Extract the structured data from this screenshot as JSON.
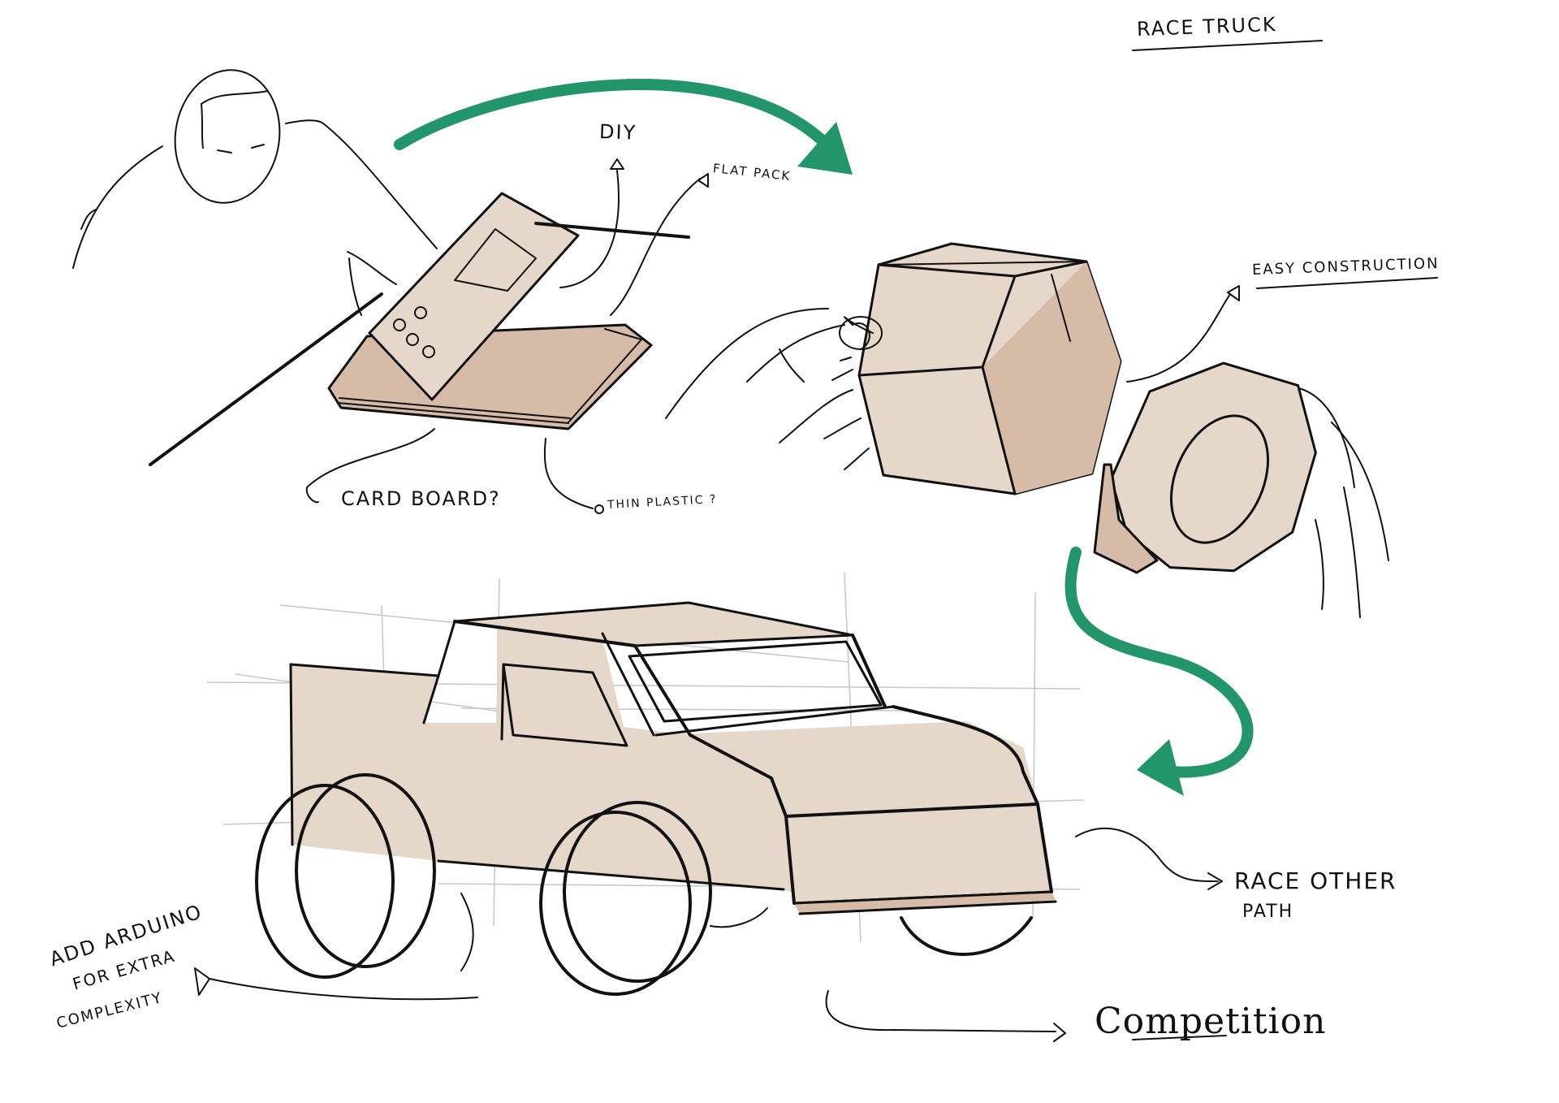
{
  "labels": {
    "race_truck": "RACE TRUCK",
    "diy": "DIY",
    "flat_pack": "FLAT PACK",
    "card_board": "CARD BOARD?",
    "thin_plastic": "THIN PLASTIC ?",
    "easy_construction": "EASY CONSTRUCTION",
    "race_other": "RACE OTHER",
    "path": "PATH",
    "add_arduino": "ADD ARDUINO",
    "for_extra": "FOR EXTRA",
    "complexity": "COMPLEXITY",
    "competition": "Competition"
  },
  "colors": {
    "ink": "#111111",
    "arrow_green": "#22966a",
    "cardboard_fill": "#e6d7cb",
    "cardboard_shade": "#d6bba8",
    "guide_lines": "#c9c9c9",
    "background": "#ffffff"
  }
}
